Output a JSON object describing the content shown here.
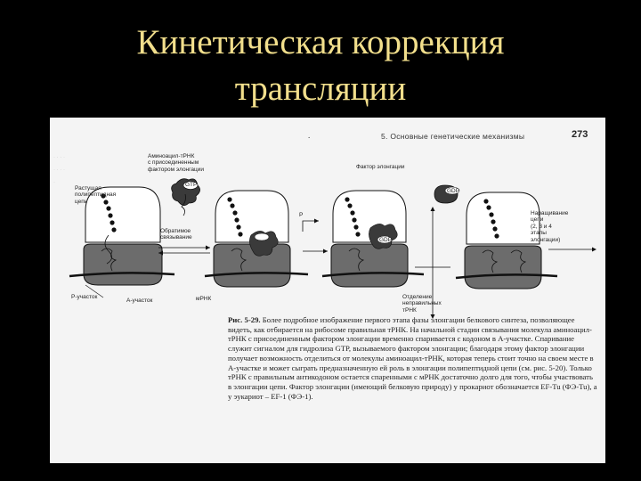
{
  "slide": {
    "title_line1": "Кинетическая коррекция",
    "title_line2": "трансляции",
    "colors": {
      "background": "#000000",
      "title": "#f2df8c",
      "scan_paper": "#f4f4f4"
    }
  },
  "scan": {
    "header": {
      "running_head": "5. Основные генетические механизмы",
      "page_number": "273",
      "dot": "."
    },
    "labels": {
      "growing_chain": "Растущая\nполипептидная\nцепь",
      "aminoacyl_trna": "Аминоацил-тРНК\nс присоединенным\nфактором элонгации",
      "gtp": "GTP",
      "reversible": "Обратимое\nсвязывание",
      "p_site": "Р-участок",
      "a_site": "А-участок",
      "mrna": "мРНК",
      "elongation_factor": "Фактор элонгации",
      "gdp_top": "GDP",
      "gdp_mid": "GDP",
      "p_arrow": "P",
      "detachment": "Отделение\nнеправильных\nтРНК",
      "growing_chain_right": "Наращивание\nцепи\n(2, 3 и 4\nэтапы\nэлонгации)"
    },
    "caption": {
      "figure_label": "Рис. 5-29.",
      "text": "Более подробное изображение первого этапа фазы элонгации белкового синтеза, позволяющее видеть, как отбирается на рибосоме правильная тРНК. На начальной стадии связывания молекула аминоацил-тРНК с присоединенным фактором элонгации временно спаривается с кодоном в А-участке. Спаривание служит сигналом для гидролиза GTP, вызываемого фактором элонгации; благодаря этому фактор элонгации получает возможность отделиться от молекулы аминоацил-тРНК, которая теперь стоит точно на своем месте в А-участке и может сыграть предназначенную ей роль в элонгации полипептидной цепи (см. рис. 5-20). Только тРНК с правильным антикодоном остается спаренными с мРНК достаточно долго для того, чтобы участвовать в элонгации цепи. Фактор элонгации (имеющий белковую природу) у прокариот обозначается EF-Tu (ФЭ-Tu), а у эукариот – EF-1 (ФЭ-1)."
    }
  }
}
